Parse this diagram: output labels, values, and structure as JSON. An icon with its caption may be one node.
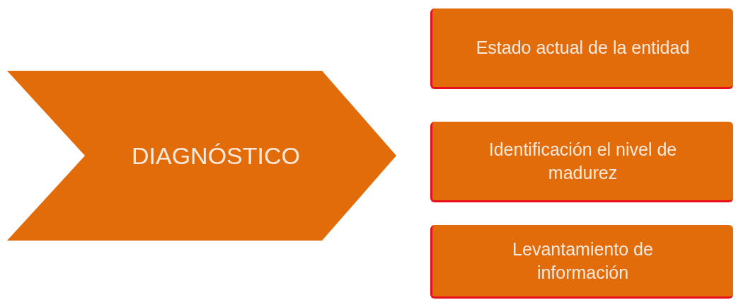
{
  "diagram": {
    "nodes": [
      {
        "text": [
          "DIAGNÓSTICO"
        ]
      },
      {
        "text": [
          "Estado actual de la entidad"
        ]
      },
      {
        "text": [
          "Identificación el nivel de madurez"
        ]
      },
      {
        "text": [
          "Levantamiento de información"
        ]
      }
    ]
  }
}
